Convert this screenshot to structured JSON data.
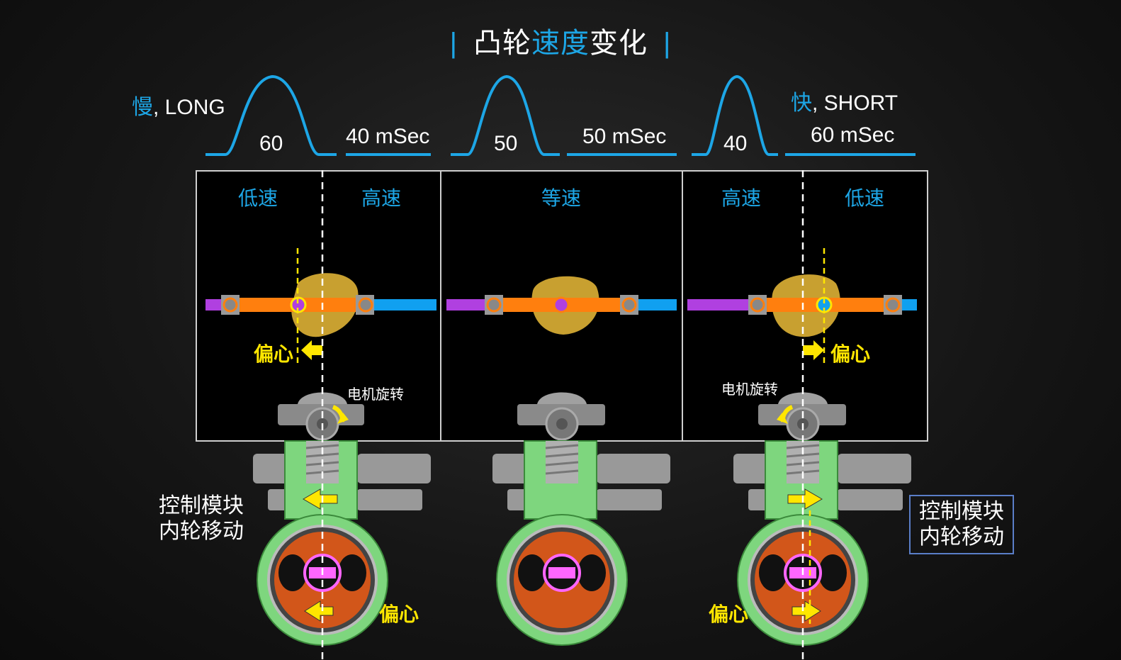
{
  "title": {
    "part1": "凸轮",
    "part2": "速度",
    "part3": "变化"
  },
  "waves": [
    {
      "speed_cn": "慢",
      "speed_en": ", LONG",
      "peak": "60",
      "gap": "40 mSec"
    },
    {
      "peak": "50",
      "gap": "50 mSec"
    },
    {
      "speed_cn": "快",
      "speed_en": ", SHORT",
      "peak": "40",
      "gap": "60 mSec"
    }
  ],
  "panels": {
    "left": {
      "label_left": "低速",
      "label_right": "高速",
      "eccentric": "偏心",
      "motor": "电机旋转"
    },
    "middle": {
      "label": "等速"
    },
    "right": {
      "label_left": "高速",
      "label_right": "低速",
      "eccentric": "偏心",
      "motor": "电机旋转"
    }
  },
  "bottom": {
    "left_ctrl_line1": "控制模块",
    "left_ctrl_line2": "内轮移动",
    "right_ctrl_line1": "控制模块",
    "right_ctrl_line2": "内轮移动",
    "left_eccentric": "偏心",
    "right_eccentric": "偏心"
  },
  "colors": {
    "accent": "#1da6e6",
    "arrow": "#ffe600",
    "rod": "#ff7f0e",
    "cam": "#c8a030",
    "housing": "#7ed67e",
    "rotor": "#d2561a",
    "purple": "#b040e0",
    "blue_rod": "#10a0f0"
  }
}
